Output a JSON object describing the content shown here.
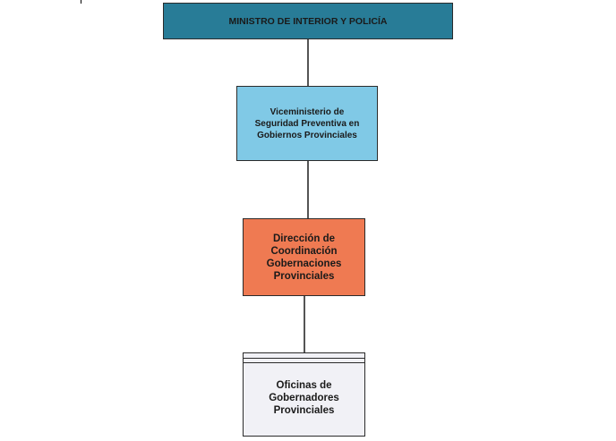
{
  "chart": {
    "nodes": [
      {
        "id": "ministro",
        "label": "MINISTRO DE INTERIOR Y POLICÍA",
        "color": "#287c97"
      },
      {
        "id": "viceministerio",
        "label": "Viceministerio de Seguridad Preventiva en Gobiernos Provinciales",
        "color": "#80c9e6"
      },
      {
        "id": "direccion",
        "label": "Dirección de Coordinación Gobernaciones Provinciales",
        "color": "#ef7a52"
      },
      {
        "id": "oficinas",
        "label": "Oficinas de Gobernadores Provinciales",
        "color": "#f1f1f6"
      }
    ],
    "edges": [
      [
        "ministro",
        "viceministerio"
      ],
      [
        "viceministerio",
        "direccion"
      ],
      [
        "direccion",
        "oficinas"
      ]
    ]
  }
}
